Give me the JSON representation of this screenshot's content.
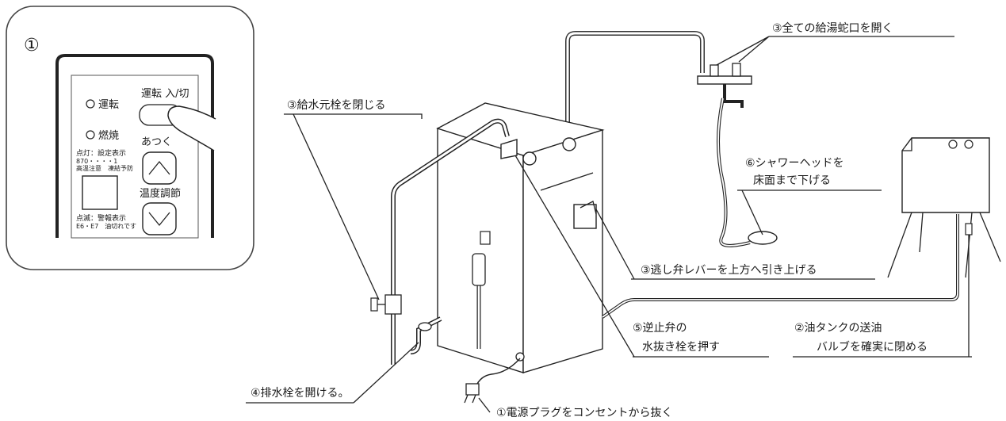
{
  "inset": {
    "step": "①",
    "indicators": [
      "運転",
      "燃焼"
    ],
    "power_label": "運転 入/切",
    "hot_label": "あつく",
    "temp_label": "温度調節",
    "lit_label": "点灯：設定表示",
    "lit_sub1": "870・・・・1",
    "lit_sub2": "高温注意　凍結予防",
    "blink_label": "点滅：警報表示",
    "blink_sub": "E6・E7　油切れです"
  },
  "callouts": {
    "close_supply": "③給水元栓を閉じる",
    "open_faucets": "③全ての給湯蛇口を開く",
    "shower_line1": "⑥シャワーヘッドを",
    "shower_line2": "床面まで下げる",
    "relief_valve": "③逃し弁レバーを上方へ引き上げる",
    "check_valve_line1": "⑤逆止弁の",
    "check_valve_line2": "水抜き栓を押す",
    "oil_tank_line1": "②油タンクの送油",
    "oil_tank_line2": "バルブを確実に閉める",
    "drain_valve": "④排水栓を開ける。",
    "unplug": "①電源プラグをコンセントから抜く"
  }
}
